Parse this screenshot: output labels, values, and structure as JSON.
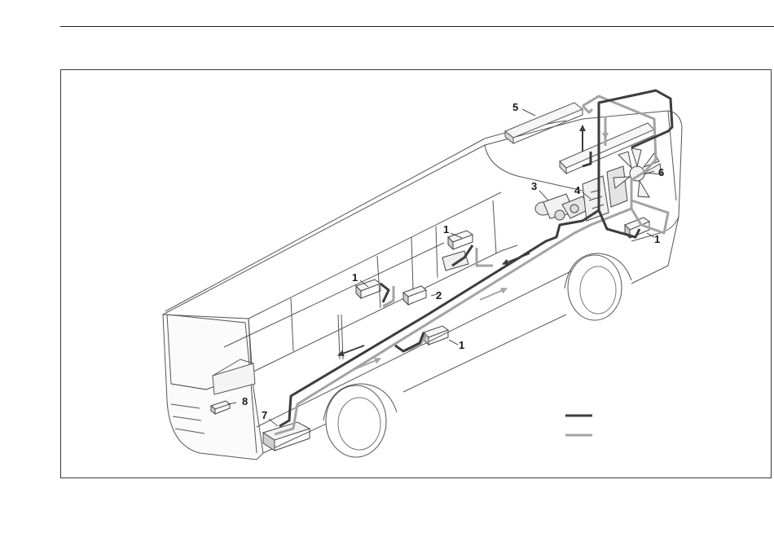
{
  "figure": {
    "callouts": [
      {
        "id": "heat-exchanger-a",
        "label": "1"
      },
      {
        "id": "heat-exchanger-b",
        "label": "1"
      },
      {
        "id": "heat-exchanger-c",
        "label": "1"
      },
      {
        "id": "heat-exchanger-d",
        "label": "1"
      },
      {
        "id": "auxiliary-unit",
        "label": "2"
      },
      {
        "id": "pump-unit",
        "label": "3"
      },
      {
        "id": "valve-unit",
        "label": "4"
      },
      {
        "id": "roof-unit",
        "label": "5"
      },
      {
        "id": "fan",
        "label": "6"
      },
      {
        "id": "front-heater",
        "label": "7"
      },
      {
        "id": "dashboard-unit",
        "label": "8"
      }
    ],
    "legend": [
      {
        "id": "dark-line",
        "color": "#3c3c3c",
        "text": ""
      },
      {
        "id": "light-line",
        "color": "#a3a3a3",
        "text": ""
      }
    ],
    "colors": {
      "dark_pipe": "#3c3c3c",
      "light_pipe": "#a3a3a3",
      "outline": "#555555"
    }
  }
}
